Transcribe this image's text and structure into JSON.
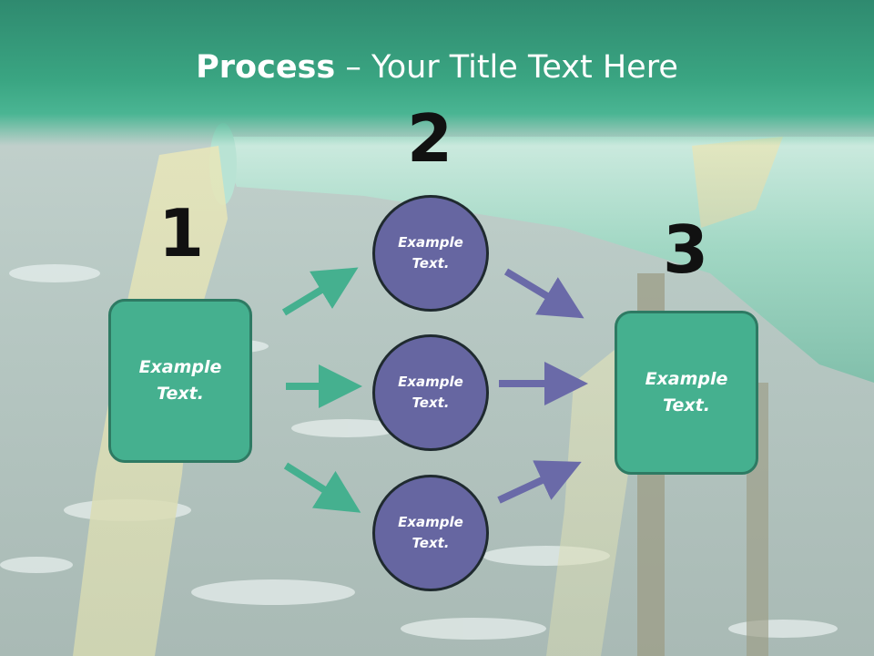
{
  "slide": {
    "title_bold": "Process",
    "title_rest": " – Your Title Text Here"
  },
  "steps": [
    {
      "number": "1",
      "text": "Example\nText."
    },
    {
      "number": "2",
      "text": ""
    },
    {
      "number": "3",
      "text": "Example\nText."
    }
  ],
  "circles": [
    {
      "text": "Example\nText."
    },
    {
      "text": "Example\nText."
    },
    {
      "text": "Example\nText."
    }
  ],
  "colors": {
    "green_box": "#45b08f",
    "purple_circle": "#6666a1",
    "green_arrow": "#45b08f",
    "purple_arrow": "#6a6aa8"
  }
}
